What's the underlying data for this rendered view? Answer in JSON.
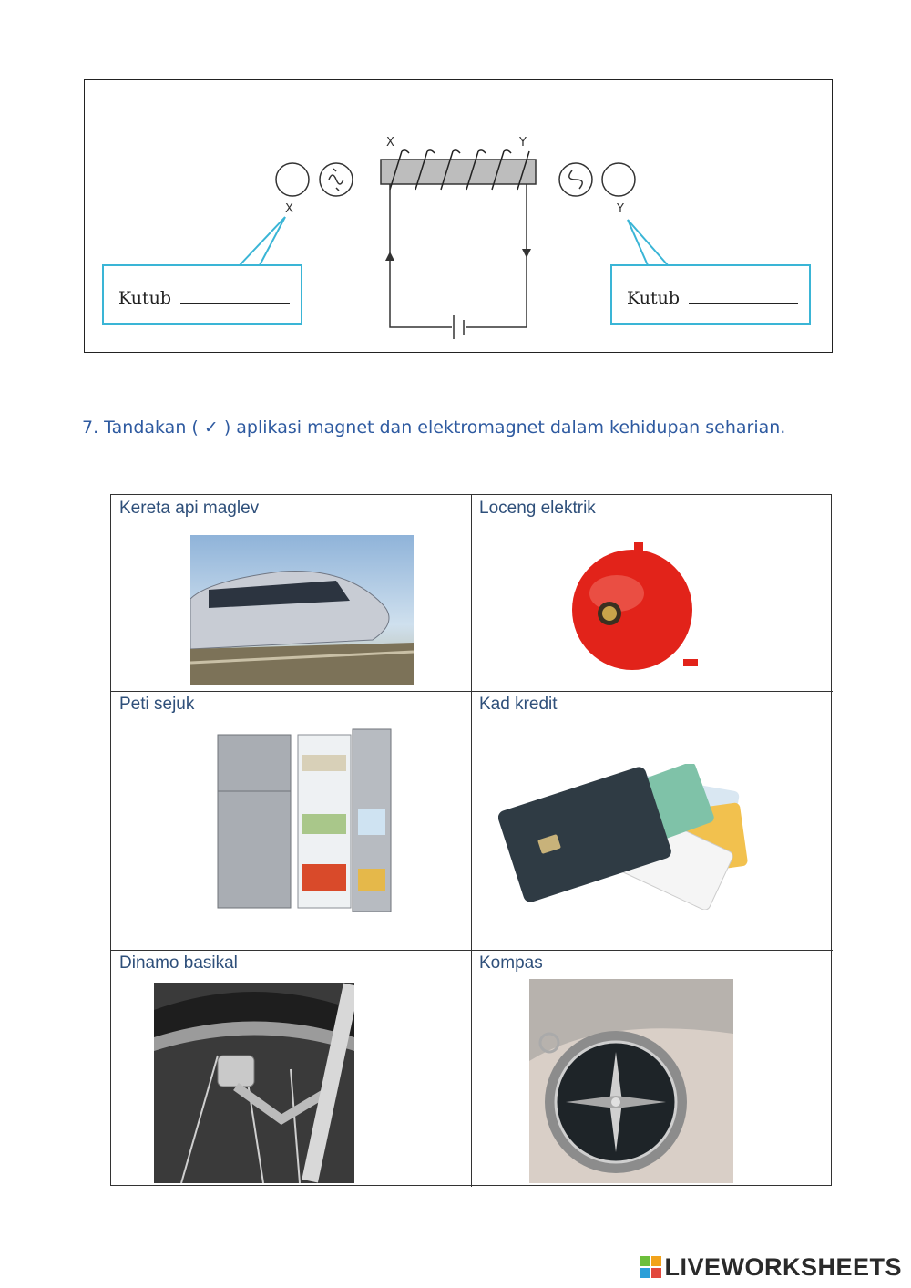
{
  "diagram": {
    "coil_end_left": "X",
    "coil_end_right": "Y",
    "pole_left": "X",
    "pole_right": "Y",
    "answer_left": "Kutub",
    "answer_right": "Kutub"
  },
  "question": {
    "text": "7.  Tandakan ( ✓ ) aplikasi magnet dan elektromagnet dalam kehidupan seharian."
  },
  "applications": [
    {
      "label": "Kereta api maglev",
      "icon": "maglev-train-image"
    },
    {
      "label": "Loceng elektrik",
      "icon": "electric-bell-image"
    },
    {
      "label": "Peti sejuk",
      "icon": "refrigerator-image"
    },
    {
      "label": "Kad kredit",
      "icon": "credit-cards-image"
    },
    {
      "label": "Dinamo basikal",
      "icon": "bicycle-dynamo-image"
    },
    {
      "label": "Kompas",
      "icon": "compass-image"
    }
  ],
  "footer": {
    "logo_text": "LIVEWORKSHEETS"
  }
}
